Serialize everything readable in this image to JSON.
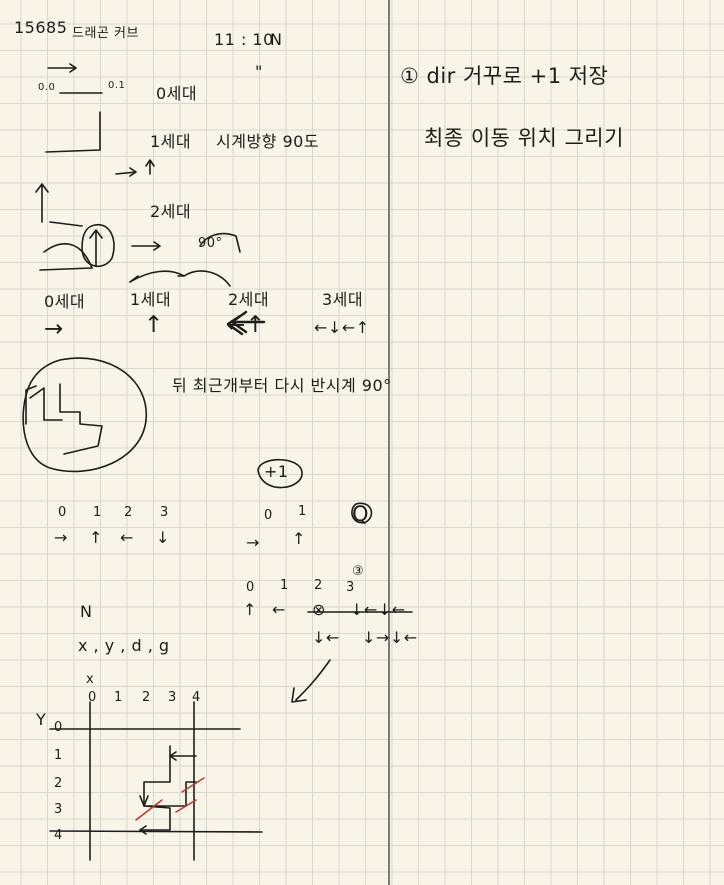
{
  "left": {
    "header": {
      "problem_no": "15685",
      "title": "드래곤 커브",
      "time": "11 : 10",
      "time_mark": "N",
      "ditto": "\""
    },
    "gen_labels": {
      "g0": "0세대",
      "g1": "1세대",
      "g1_note": "시계방향 90도",
      "g2": "2세대"
    },
    "coords": {
      "start": "0.0",
      "end": "0.1"
    },
    "rot_note": "90°",
    "row_labels": [
      "0세대",
      "1세대",
      "2세대",
      "3세대"
    ],
    "row_arrows": [
      "→",
      "↑",
      "←↑",
      "←↓←↑"
    ],
    "note": "뒤 최근개부터 다시 반시계 90°",
    "plus": "+1",
    "dir_index": [
      "0",
      "1",
      "2",
      "3"
    ],
    "dir_arrows": [
      "→",
      "↑",
      "←",
      "↓"
    ],
    "plus_index": [
      "0",
      "1"
    ],
    "plus_arrows": [
      "→",
      "↑"
    ],
    "q_mark": "Q",
    "seq_index": [
      "0",
      "1",
      "2",
      "3"
    ],
    "seq_mark": "③",
    "seq_row1": [
      "↑",
      "←",
      "⊗",
      "↓←↓←"
    ],
    "seq_row2": [
      "↓←",
      "↓→↓←"
    ],
    "vars_n": "N",
    "vars": "x , y , d , g",
    "grid_x_axis": "x",
    "grid_y_axis": "Y",
    "grid_x": [
      "0",
      "1",
      "2",
      "3",
      "4"
    ],
    "grid_y": [
      "0",
      "1",
      "2",
      "3",
      "4"
    ]
  },
  "right": {
    "step1": "① dir 거꾸로 +1 저장",
    "step2": "최종 이동 위치 그리기"
  }
}
